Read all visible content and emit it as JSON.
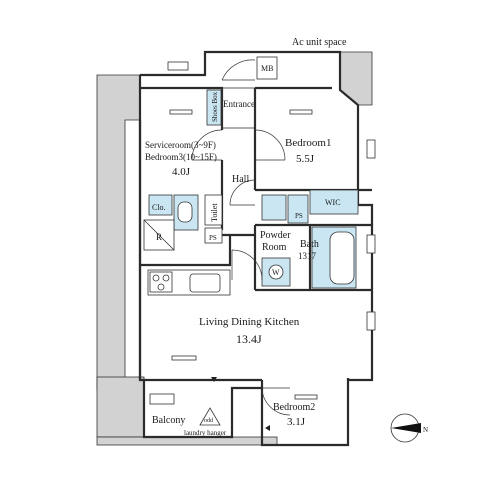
{
  "labels": {
    "ac_unit_space": "Ac unit space",
    "mb": "MB",
    "shoes_box": "Shoes Box",
    "entrance": "Entrance",
    "bedroom1_name": "Bedroom1",
    "bedroom1_size": "5.5J",
    "serviceroom_line1": "Serviceroom(3~9F)",
    "serviceroom_line2": "Bedroom3(10~15F)",
    "serviceroom_size": "4.0J",
    "hall": "Hall",
    "clo": "Clo.",
    "toilet": "Toilet",
    "ps_left": "PS",
    "ps_right": "PS",
    "r": "R",
    "wic": "WIC",
    "powder_room_line1": "Powder",
    "powder_room_line2": "Room",
    "bath": "Bath",
    "bath_size": "1317",
    "washer": "W",
    "ldk_name": "Living Dining Kitchen",
    "ldk_size": "13.4J",
    "balcony": "Balcony",
    "odd": "odd",
    "laundry_hanger": "laundry hanger",
    "bedroom2_name": "Bedroom2",
    "bedroom2_size": "3.1J",
    "compass_n": "N"
  },
  "colors": {
    "wall": "#2b2b2b",
    "wet_area": "#c9e6f2",
    "outdoor": "#d2d2d2"
  }
}
